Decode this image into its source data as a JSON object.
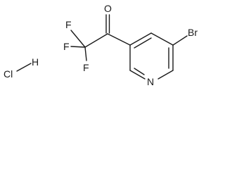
{
  "molecule": {
    "atoms": {
      "oxygen": "O",
      "fluorine_1": "F",
      "fluorine_2": "F",
      "fluorine_3": "F",
      "nitrogen": "N",
      "bromine": "Br",
      "salt_chlorine": "Cl",
      "salt_hydrogen": "H"
    }
  }
}
